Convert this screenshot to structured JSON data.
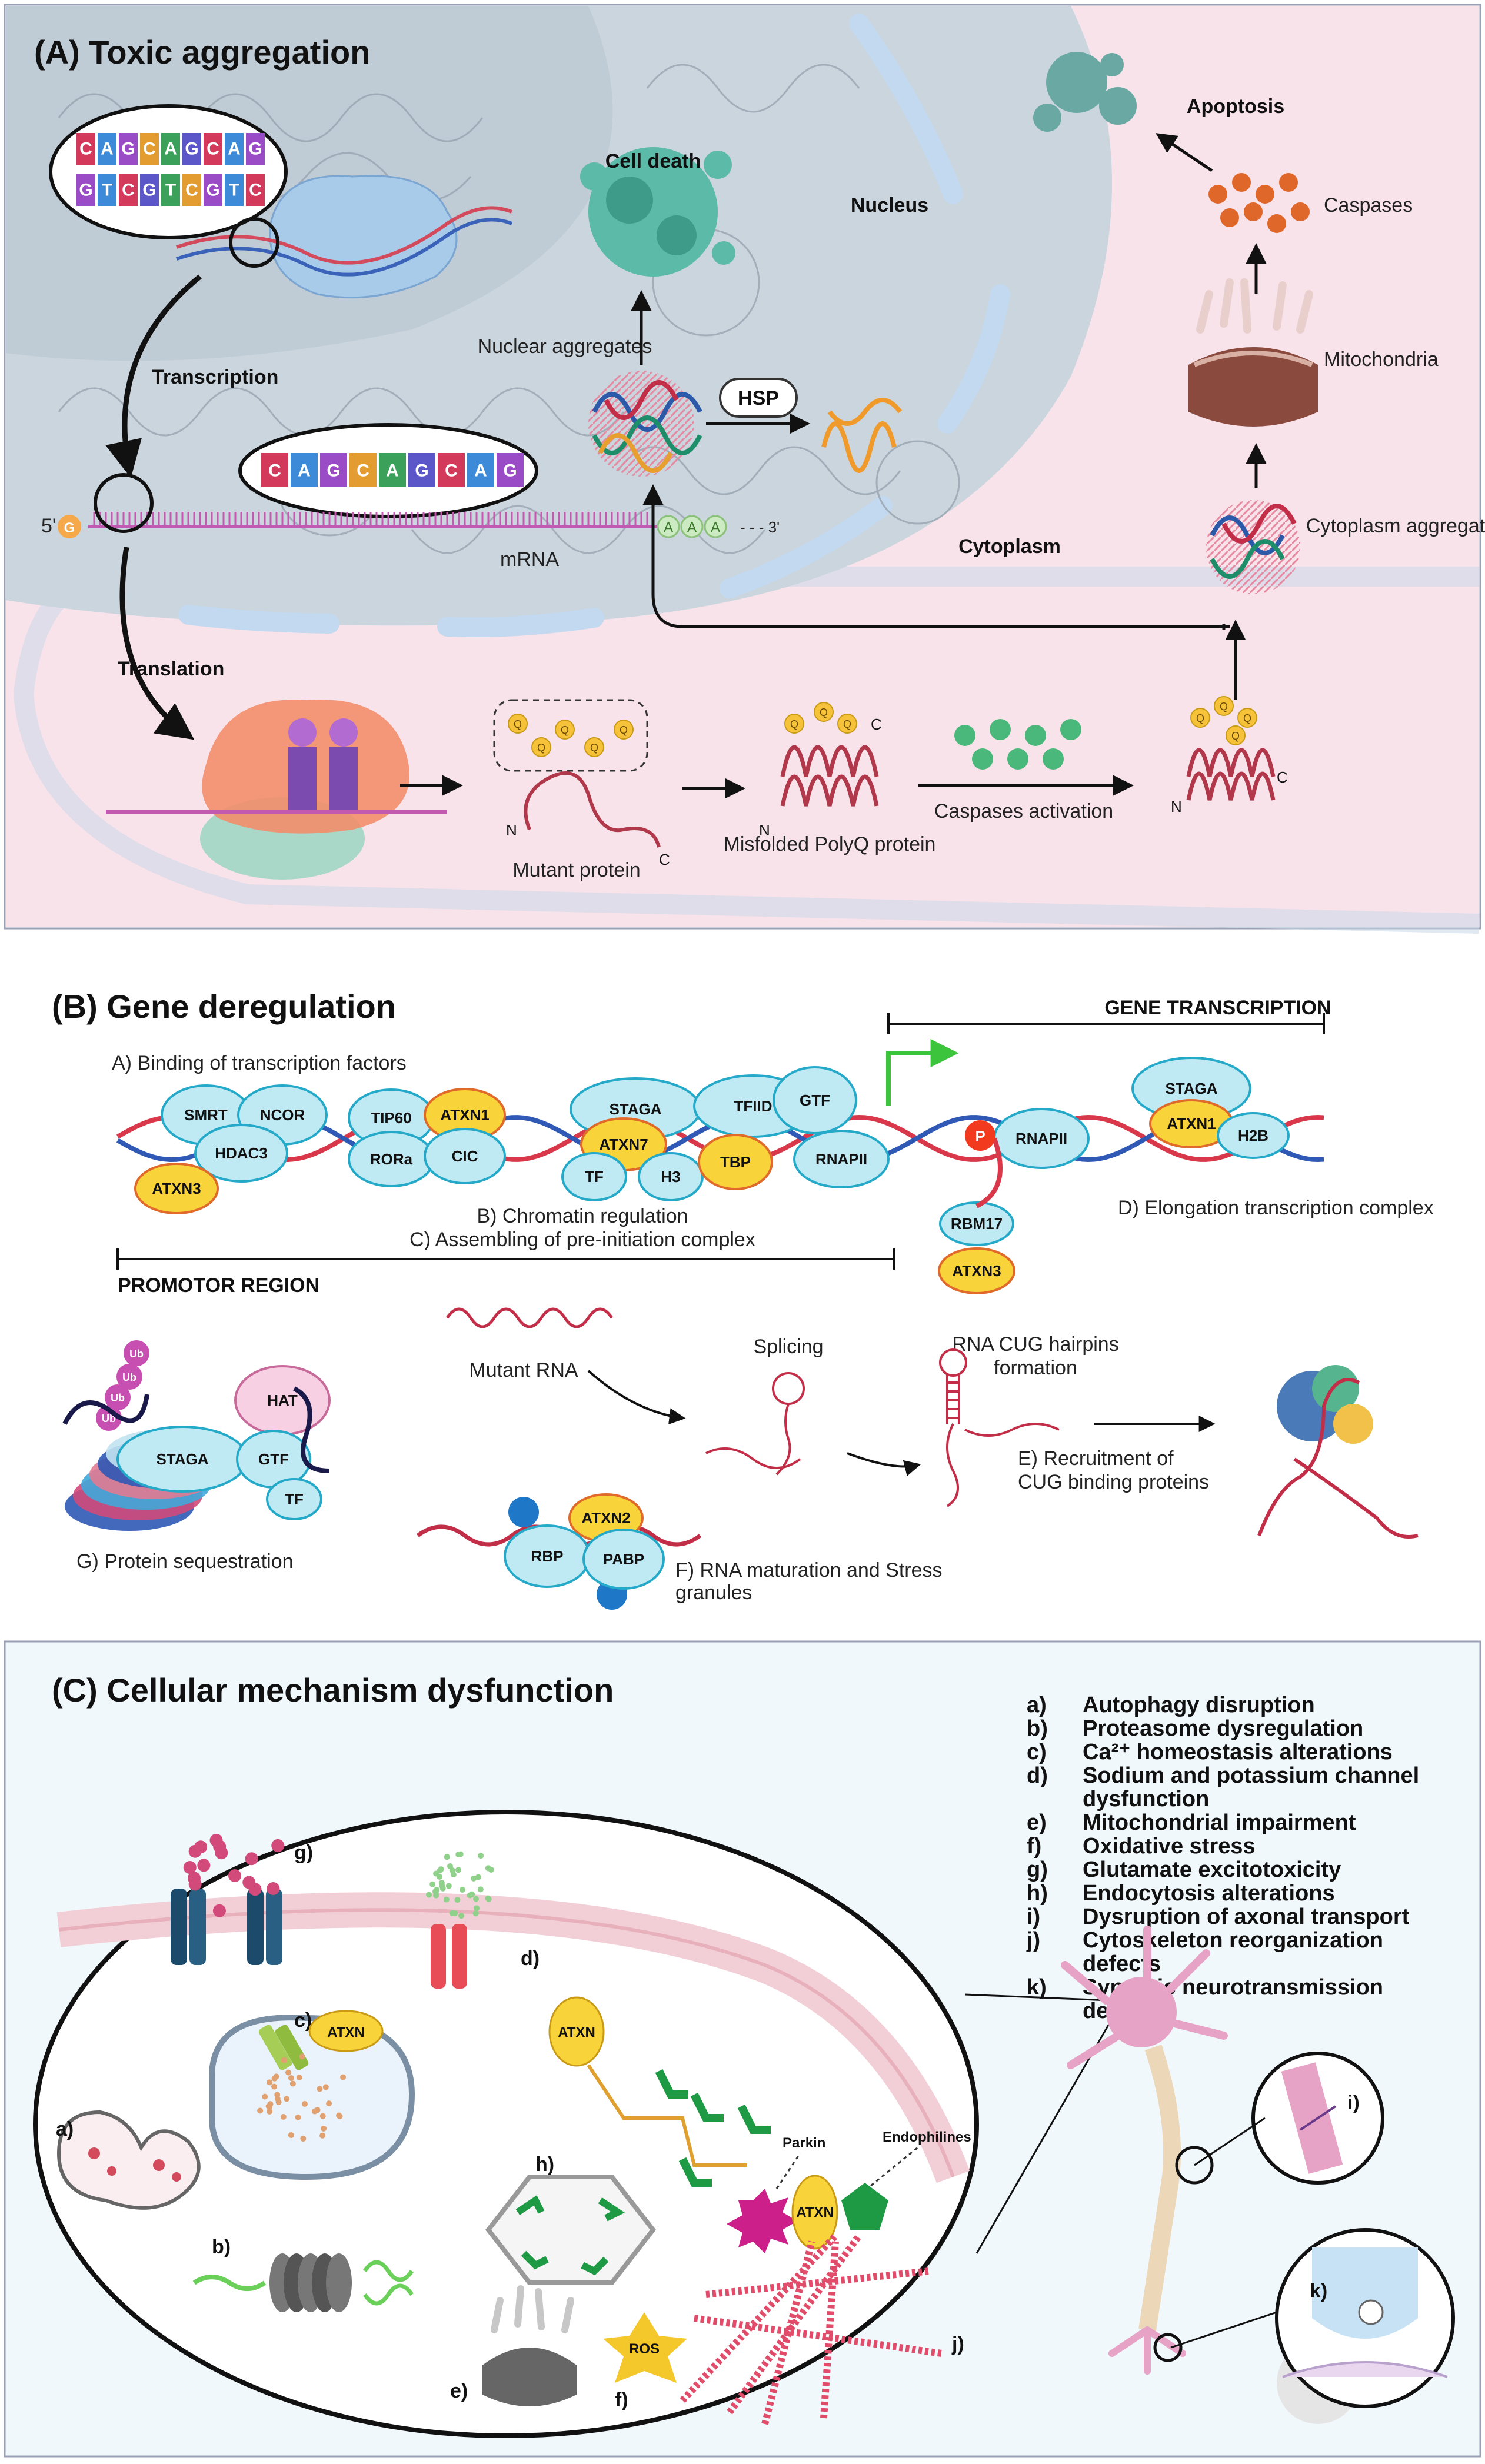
{
  "panel_a": {
    "title": "(A) Toxic aggregation",
    "codons_top": [
      "C",
      "A",
      "G",
      "C",
      "A",
      "G",
      "C",
      "A",
      "G"
    ],
    "codons_bottom": [
      "G",
      "T",
      "C",
      "G",
      "T",
      "C",
      "G",
      "T",
      "C"
    ],
    "codons_mrna": [
      "C",
      "A",
      "G",
      "C",
      "A",
      "G",
      "C",
      "A",
      "G"
    ],
    "transcription": "Transcription",
    "translation": "Translation",
    "five_prime": "5'",
    "cap": "G",
    "polyA": [
      "A",
      "A",
      "A"
    ],
    "three_prime": "- - - 3'",
    "mrna": "mRNA",
    "cell_death": "Cell death",
    "nucleus": "Nucleus",
    "nuclear_aggregates": "Nuclear aggregates",
    "hsp": "HSP",
    "cytoplasm": "Cytoplasm",
    "apoptosis": "Apoptosis",
    "caspases": "Caspases",
    "mitochondria": "Mitochondria",
    "cytoplasm_aggregates": "Cytoplasm aggregates",
    "mutant_protein": "Mutant protein",
    "misfolded_protein": "Misfolded PolyQ protein",
    "caspases_activation": "Caspases activation",
    "n": "N",
    "c": "C",
    "q": "Q"
  },
  "panel_b": {
    "title": "(B) Gene deregulation",
    "binding": "A) Binding of transcription factors",
    "gene_transcription": "GENE TRANSCRIPTION",
    "proteins": {
      "smrt": "SMRT",
      "ncor": "NCOR",
      "hdac3": "HDAC3",
      "atxn3": "ATXN3",
      "tip60": "TIP60",
      "atxn1": "ATXN1",
      "rora": "RORa",
      "cic": "CIC",
      "staga": "STAGA",
      "tfiid": "TFIID",
      "gtf": "GTF",
      "atxn7": "ATXN7",
      "tf": "TF",
      "h3": "H3",
      "tbp": "TBP",
      "rnapii": "RNAPII",
      "p": "P",
      "h2b": "H2B",
      "rbm17": "RBM17",
      "hat": "HAT",
      "ub": "Ub",
      "atxn2": "ATXN2",
      "rbp": "RBP",
      "pabp": "PABP"
    },
    "chromatin": "B) Chromatin regulation",
    "assembling": "C) Assembling of pre-initiation complex",
    "elongation": "D) Elongation transcription complex",
    "promotor": "PROMOTOR REGION",
    "mutant_rna": "Mutant RNA",
    "splicing": "Splicing",
    "hairpins": "RNA CUG hairpins formation",
    "recruitment": "E) Recruitment of CUG binding proteins",
    "sequestration": "G) Protein sequestration",
    "rna_maturation": "F) RNA maturation and Stress granules"
  },
  "panel_c": {
    "title": "(C) Cellular mechanism dysfunction",
    "list": [
      {
        "key": "a)",
        "text": "Autophagy disruption"
      },
      {
        "key": "b)",
        "text": "Proteasome dysregulation"
      },
      {
        "key": "c)",
        "text": "Ca²⁺ homeostasis alterations"
      },
      {
        "key": "d)",
        "text": "Sodium and potassium channel dysfunction"
      },
      {
        "key": "e)",
        "text": "Mitochondrial impairment"
      },
      {
        "key": "f)",
        "text": "Oxidative stress"
      },
      {
        "key": "g)",
        "text": "Glutamate excitotoxicity"
      },
      {
        "key": "h)",
        "text": "Endocytosis alterations"
      },
      {
        "key": "i)",
        "text": "Dysruption of axonal transport"
      },
      {
        "key": "j)",
        "text": "Cytoskeleton reorganization defects"
      },
      {
        "key": "k)",
        "text": "Synaptic neurotransmission deficits"
      }
    ],
    "labels": {
      "a": "a)",
      "b": "b)",
      "c": "c)",
      "d": "d)",
      "e": "e)",
      "f": "f)",
      "g": "g)",
      "h": "h)",
      "i": "i)",
      "j": "j)",
      "k": "k)"
    },
    "atxn": "ATXN",
    "parkin": "Parkin",
    "endophilines": "Endophilines",
    "ros": "ROS"
  },
  "colors": {
    "nucleus": "#c9d3db",
    "cytoplasm": "#f9e1e7",
    "membrane": "#c9dff0",
    "yellow": "#f9d33a",
    "cyan": "#bfeaf4",
    "protein_red": "#b1374a"
  }
}
